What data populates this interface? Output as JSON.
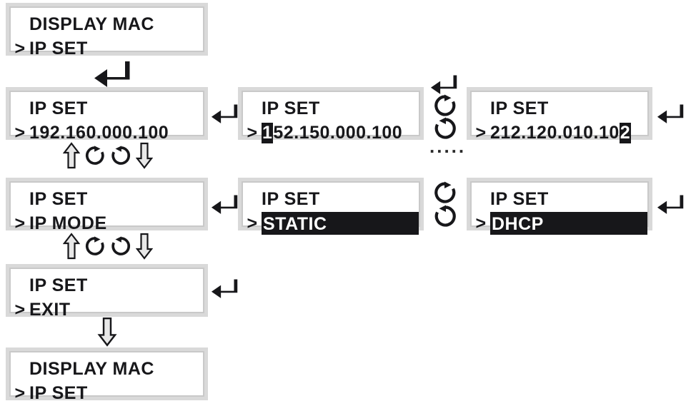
{
  "diagram": {
    "title": "IP SET menu navigation flow",
    "colors": {
      "panel_frame": "#d9d9d9",
      "panel_fill": "#ffffff",
      "text": "#17171a",
      "highlight_bg": "#17171a",
      "highlight_text": "#ffffff"
    },
    "panels": [
      {
        "id": "panel-display-mac-top",
        "line1": "DISPLAY MAC",
        "caret": ">",
        "line2": "IP SET",
        "highlight": "none"
      },
      {
        "id": "panel-ip-set-address-current",
        "line1": "IP SET",
        "caret": ">",
        "line2": "192.160.000.100",
        "highlight": "none"
      },
      {
        "id": "panel-ip-set-address-editing-first",
        "line1": "IP SET",
        "caret": ">",
        "line2_prefix": "",
        "line2_highlight": "1",
        "line2_suffix": "52.150.000.100",
        "highlight": "char-first"
      },
      {
        "id": "panel-ip-set-address-editing-last",
        "line1": "IP SET",
        "caret": ">",
        "line2_prefix": "212.120.010.10",
        "line2_highlight": "2",
        "line2_suffix": "",
        "highlight": "char-last"
      },
      {
        "id": "panel-ip-set-ip-mode",
        "line1": "IP SET",
        "caret": ">",
        "line2": "IP MODE",
        "highlight": "none"
      },
      {
        "id": "panel-ip-set-static",
        "line1": "IP SET",
        "caret": ">",
        "line2": "STATIC",
        "highlight": "full-bar"
      },
      {
        "id": "panel-ip-set-dhcp",
        "line1": "IP SET",
        "caret": ">",
        "line2": "DHCP",
        "highlight": "full-bar"
      },
      {
        "id": "panel-ip-set-exit",
        "line1": "IP SET",
        "caret": ">",
        "line2": "EXIT",
        "highlight": "none"
      },
      {
        "id": "panel-display-mac-bottom",
        "line1": "DISPLAY MAC",
        "caret": ">",
        "line2": "IP SET",
        "highlight": "none"
      }
    ],
    "connectors": [
      {
        "id": "enter-below-display-mac",
        "icon": "enter-arrow"
      },
      {
        "id": "enter-into-ip-address",
        "icon": "enter-arrow"
      },
      {
        "id": "enter-above-editing-last",
        "icon": "enter-arrow"
      },
      {
        "id": "rotate-cw-address",
        "icon": "rotate-cw-arrow"
      },
      {
        "id": "rotate-ccw-address",
        "icon": "rotate-ccw-arrow"
      },
      {
        "id": "ellipsis-address-steps",
        "icon": "ellipsis",
        "label": "....."
      },
      {
        "id": "enter-right-of-editing-last",
        "icon": "enter-arrow"
      },
      {
        "id": "nav-group-ip-address-to-ip-mode",
        "icons": [
          "up-arrow",
          "rotate-cw-arrow",
          "rotate-ccw-arrow",
          "down-arrow"
        ]
      },
      {
        "id": "enter-into-ip-mode",
        "icon": "enter-arrow"
      },
      {
        "id": "rotate-cw-mode",
        "icon": "rotate-cw-arrow"
      },
      {
        "id": "rotate-ccw-mode",
        "icon": "rotate-ccw-arrow"
      },
      {
        "id": "enter-right-of-dhcp",
        "icon": "enter-arrow"
      },
      {
        "id": "nav-group-ip-mode-to-exit",
        "icons": [
          "up-arrow",
          "rotate-cw-arrow",
          "rotate-ccw-arrow",
          "down-arrow"
        ]
      },
      {
        "id": "enter-right-of-exit",
        "icon": "enter-arrow"
      },
      {
        "id": "down-to-display-mac",
        "icon": "down-arrow"
      }
    ]
  }
}
